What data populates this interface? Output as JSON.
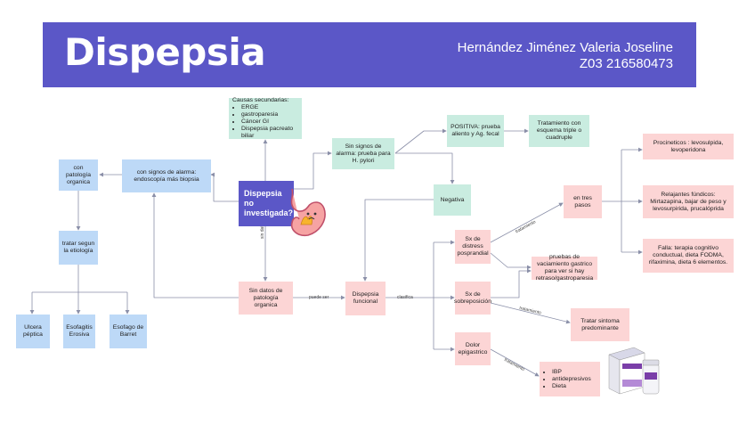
{
  "header": {
    "title": "Dispepsia",
    "author_name": "Hernández Jiménez Valeria Joseline",
    "author_id": "Z03 216580473"
  },
  "colors": {
    "header_bg": "#5b57c7",
    "blue_node": "#bdd9f7",
    "green_node": "#c9ece0",
    "pink_node": "#fcd5d5",
    "center_node": "#5b57c7",
    "edge": "#8a8fa8"
  },
  "nodes": {
    "center": "Dispepsia no investigada?",
    "secondary_causes": {
      "title": "Causas secundarias:",
      "items": [
        "ERGE",
        "gastroparesia",
        "Cáncer GI",
        "Dispepsia pacreato biliar"
      ]
    },
    "alarm_signs": "con signos de alarma: endoscopía más biopsia",
    "organic": "con patología organica",
    "treat_etiology": "tratar segun la etiología",
    "peptic_ulcer": "Ulcera péptica",
    "erosive_esophagitis": "Esofagitis Erosiva",
    "barrett": "Esofago de Barret",
    "no_alarm": "Sin signos de alarma: prueba para H. pylori",
    "positive": "POSITIVA: prueba aliento y Ag. fecal",
    "triple_treatment": "Tratamiento con esquema triple o cuadruple",
    "negative": "Negativa",
    "no_organic": "Sin datos de patología organica",
    "functional": "Dispepsia funcional",
    "postprandial": "Sx de distress posprandial",
    "gastric_emptying": "pruebas de vaciamiento gastrico para ver si hay retraso/gastroparesia",
    "epigastric_pain_sx": "Sx de sobreposición",
    "epigastric_pain": "Dolor epigastrico",
    "first_steps": "en tres pasos",
    "prokinetics": "Procineticos : levosulpida, levoperidona",
    "fundic_relaxants": "Relajantes fúndicos: Mirtazapina, bajar de peso y levosurpirida, prucalóprida",
    "failure": "Falla: terapia cognitivo conductual, dieta FODMA, rifaximina, dieta 6 elementos.",
    "treat_symptom": "Tratar sintoma predominante",
    "treatment_list": [
      "IBP",
      "antidepresivos",
      "Dieta"
    ]
  },
  "edge_labels": {
    "pueden_ser": "puede ser",
    "clasifica": "clasifica",
    "tratamiento_1": "tratamiento",
    "tratamiento_2": "tratamiento",
    "tratamiento_3": "tratamiento",
    "no_organic_q": "sin datos"
  }
}
